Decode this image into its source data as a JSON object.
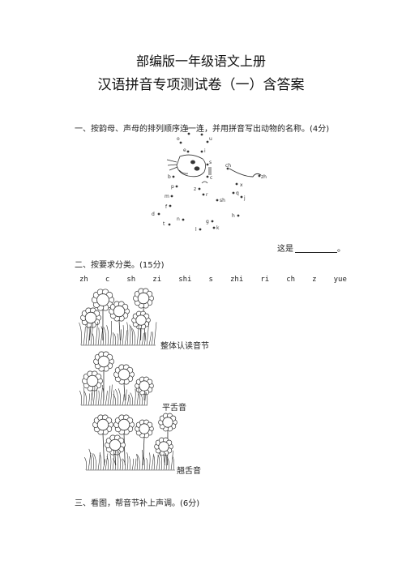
{
  "doc": {
    "title_line1": "部编版一年级语文上册",
    "title_line2": "汉语拼音专项测试卷（一）含答案"
  },
  "q1": {
    "prompt": "一、按韵母、声母的排列顺序连一连，并用拼音写出动物的名称。(4分)",
    "answer_label": "这是",
    "answer_end": "。",
    "dots": [
      "ā",
      "ū",
      "o",
      "u",
      "e",
      "i",
      "b",
      "c",
      "ch",
      "zh",
      "p",
      "z",
      "x",
      "m",
      "r",
      "sh",
      "q",
      "j",
      "f",
      "d",
      "h",
      "n",
      "t",
      "g",
      "l",
      "k",
      "s"
    ]
  },
  "q2": {
    "prompt": "二、按要求分类。(15分)",
    "syllables": [
      "zh",
      "c",
      "sh",
      "zi",
      "shi",
      "s",
      "zhi",
      "ri",
      "ch",
      "z",
      "yue"
    ],
    "group1_label": "整体认读音节",
    "group2_label": "平舌音",
    "group3_label": "翘舌音"
  },
  "q3": {
    "prompt": "三、看图，帮音节补上声调。(6分)"
  }
}
